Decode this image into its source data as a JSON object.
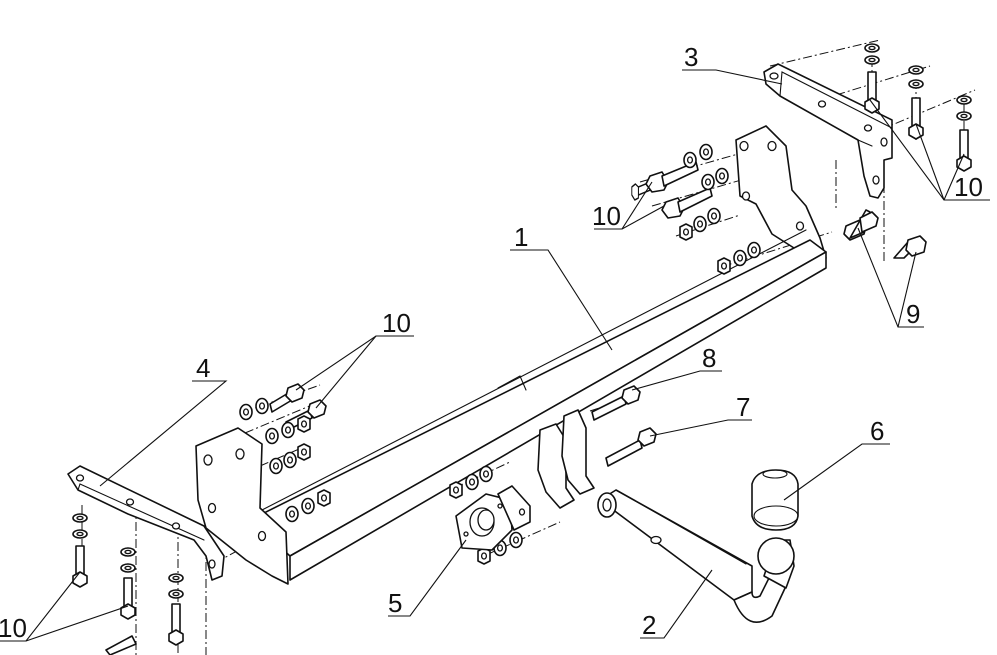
{
  "callouts": [
    {
      "id": "c1",
      "label": "1"
    },
    {
      "id": "c2",
      "label": "2"
    },
    {
      "id": "c3",
      "label": "3"
    },
    {
      "id": "c4",
      "label": "4"
    },
    {
      "id": "c5",
      "label": "5"
    },
    {
      "id": "c6",
      "label": "6"
    },
    {
      "id": "c7",
      "label": "7"
    },
    {
      "id": "c8",
      "label": "8"
    },
    {
      "id": "c9",
      "label": "9"
    },
    {
      "id": "c10a",
      "label": "10"
    },
    {
      "id": "c10b",
      "label": "10"
    },
    {
      "id": "c10c",
      "label": "10"
    },
    {
      "id": "c10d",
      "label": "10"
    }
  ]
}
